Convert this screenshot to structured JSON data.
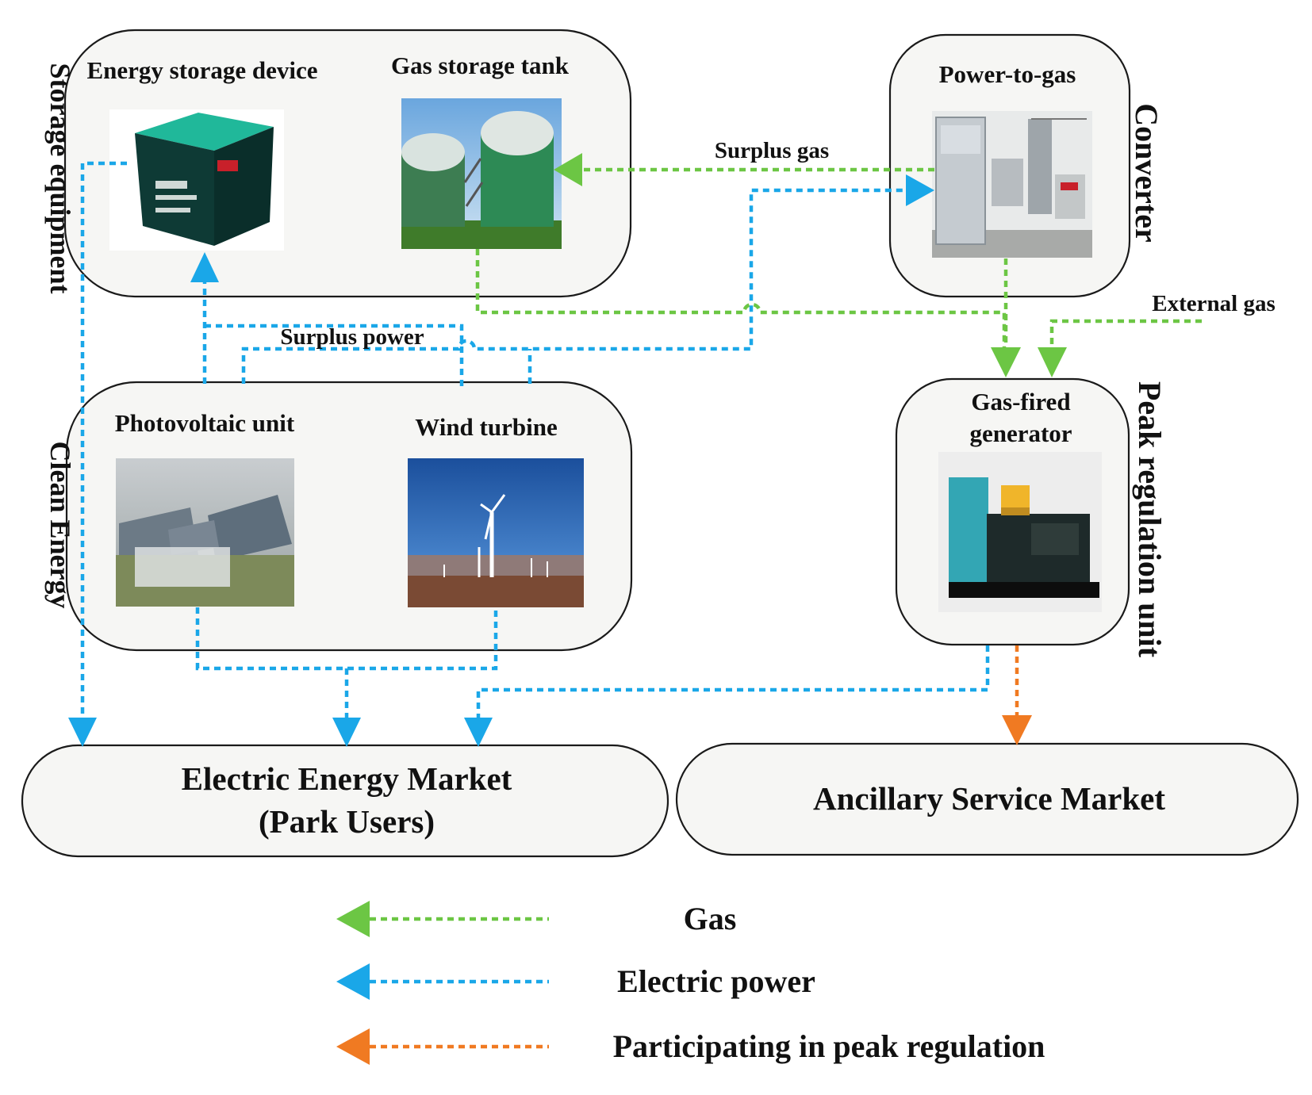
{
  "groups": {
    "storage_equipment": "Storage equipment",
    "converter": "Converter",
    "clean_energy": "Clean Energy",
    "peak_regulation_unit": "Peak regulation unit"
  },
  "components": {
    "energy_storage_device": "Energy storage device",
    "gas_storage_tank": "Gas storage tank",
    "power_to_gas": "Power-to-gas",
    "photovoltaic_unit": "Photovoltaic unit",
    "wind_turbine": "Wind turbine",
    "gas_fired_generator_line1": "Gas-fired",
    "gas_fired_generator_line2": "generator"
  },
  "flow_labels": {
    "surplus_gas": "Surplus gas",
    "surplus_power": "Surplus power",
    "external_gas": "External gas"
  },
  "markets": {
    "electric_energy_market_line1": "Electric Energy Market",
    "electric_energy_market_line2": "(Park Users)",
    "ancillary_service_market": "Ancillary Service Market"
  },
  "legend": {
    "gas": "Gas",
    "electric_power": "Electric power",
    "peak_regulation": "Participating in peak regulation"
  },
  "colors": {
    "gas": "#6cc644",
    "electric_power": "#1aa7e8",
    "peak_regulation": "#f07a22"
  }
}
